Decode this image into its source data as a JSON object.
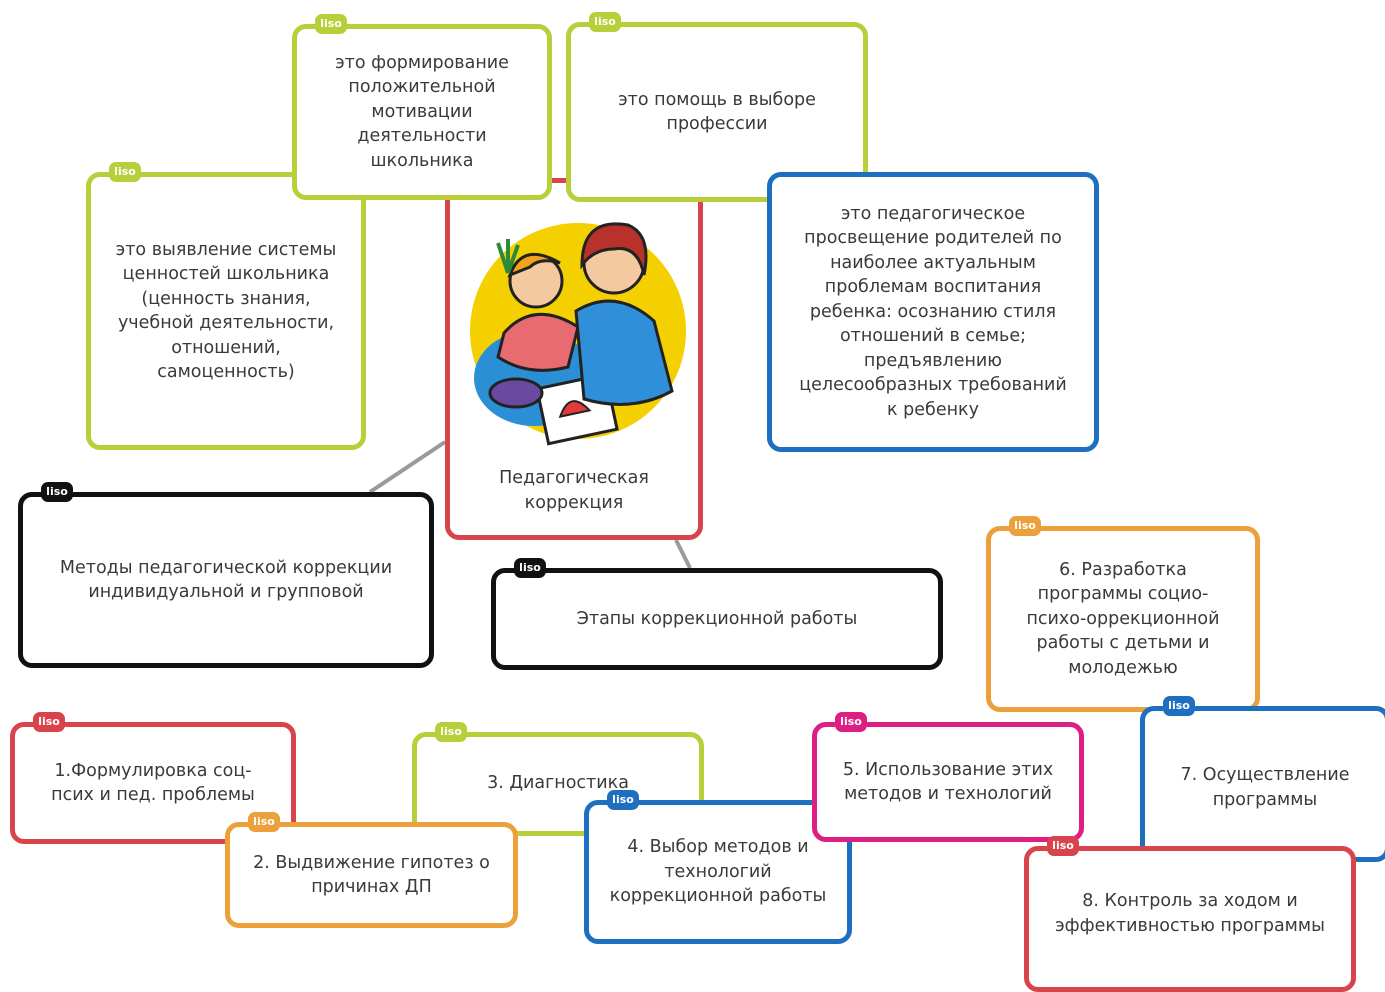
{
  "tag_label": "liso",
  "colors": {
    "lime": "#b8cf3a",
    "blue": "#1f6fc0",
    "red": "#d9434b",
    "black": "#111111",
    "orange": "#eba03b",
    "pink": "#dd1e83",
    "connector": "#9a9a9a"
  },
  "center": {
    "text": "Педагогическая\nкоррекция",
    "image": "teacher-and-student-illustration"
  },
  "definitions": [
    {
      "text": "это выявление системы\nценностей школьника\n(ценность знания,\nучебной деятельности,\nотношений,\nсамоценность)",
      "color": "lime"
    },
    {
      "text": "это формирование\nположительной\nмотивации\nдеятельности\nшкольника",
      "color": "lime"
    },
    {
      "text": "это помощь в выборе\nпрофессии",
      "color": "lime"
    },
    {
      "text": "это педагогическое\nпросвещение родителей по\nнаиболее актуальным\nпроблемам воспитания\nребенка: осознанию стиля\nотношений в семье;\nпредъявлению\nцелесообразных требований\nк ребенку",
      "color": "blue"
    }
  ],
  "branches": {
    "methods": "Методы педагогической коррекции\nиндивидуальной и групповой",
    "stages": "Этапы коррекционной работы"
  },
  "stages": [
    {
      "text": "1.Формулировка соц-\nпсих и пед. проблемы",
      "color": "red"
    },
    {
      "text": "2. Выдвижение гипотез о\nпричинах ДП",
      "color": "orange"
    },
    {
      "text": "3. Диагностика",
      "color": "lime"
    },
    {
      "text": "4. Выбор методов и\nтехнологий\nкоррекционной работы",
      "color": "blue"
    },
    {
      "text": "5. Использование этих\nметодов и технологий",
      "color": "pink"
    },
    {
      "text": "6. Разработка\nпрограммы социо-\nпсихо-оррекционной\nработы с детьми и\nмолодежью",
      "color": "orange"
    },
    {
      "text": "7. Осуществление\nпрограммы",
      "color": "blue"
    },
    {
      "text": "8. Контроль за ходом и\nэффективностью программы",
      "color": "red"
    }
  ]
}
